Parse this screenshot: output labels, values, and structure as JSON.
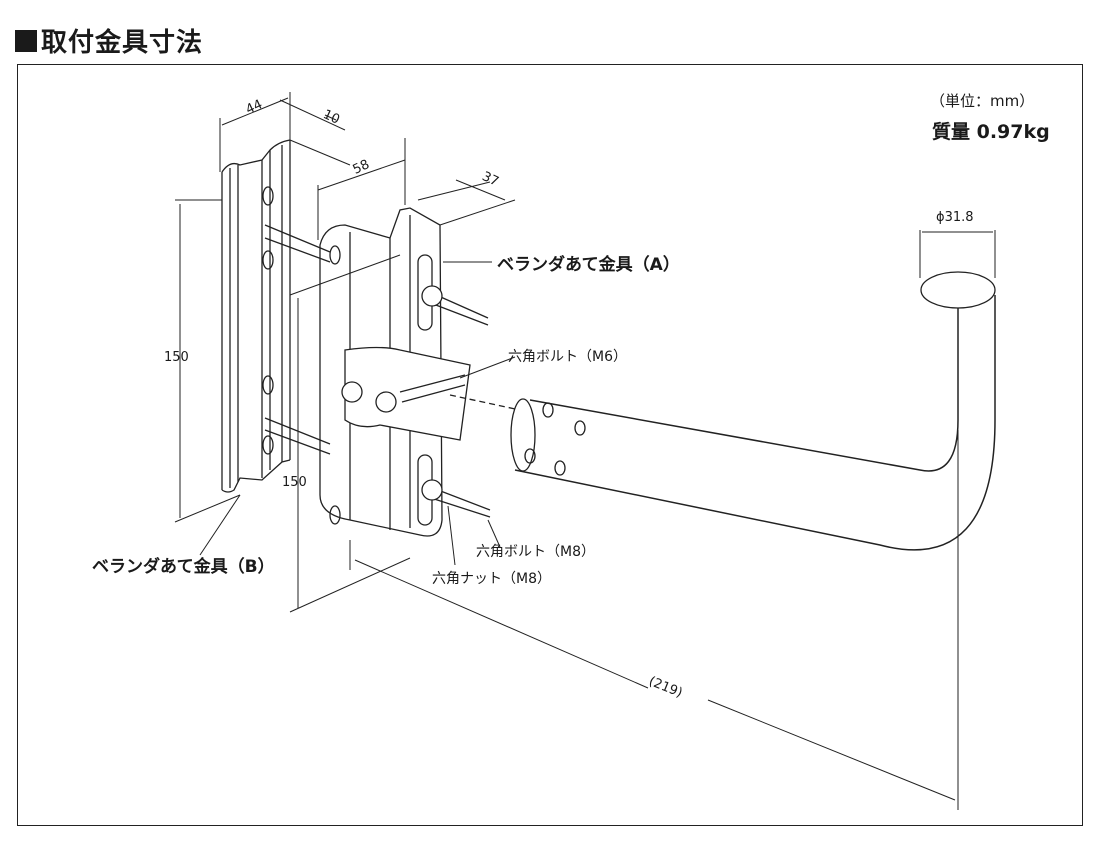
{
  "title": "取付金具寸法",
  "unit_note": "（単位：mm）",
  "mass_label": "質量 0.97kg",
  "labels": {
    "bracket_a": "ベランダあて金具（A）",
    "bracket_b": "ベランダあて金具（B）",
    "bolt_m6": "六角ボルト（M6）",
    "bolt_m8": "六角ボルト（M8）",
    "nut_m8": "六角ナット（M8）"
  },
  "dimensions": {
    "width_b": "44",
    "depth_b": "10",
    "width_a": "58",
    "depth_a": "37",
    "height_b": "150",
    "height_a": "150",
    "pipe_diameter": "ϕ31.8",
    "reach": "(219)"
  }
}
